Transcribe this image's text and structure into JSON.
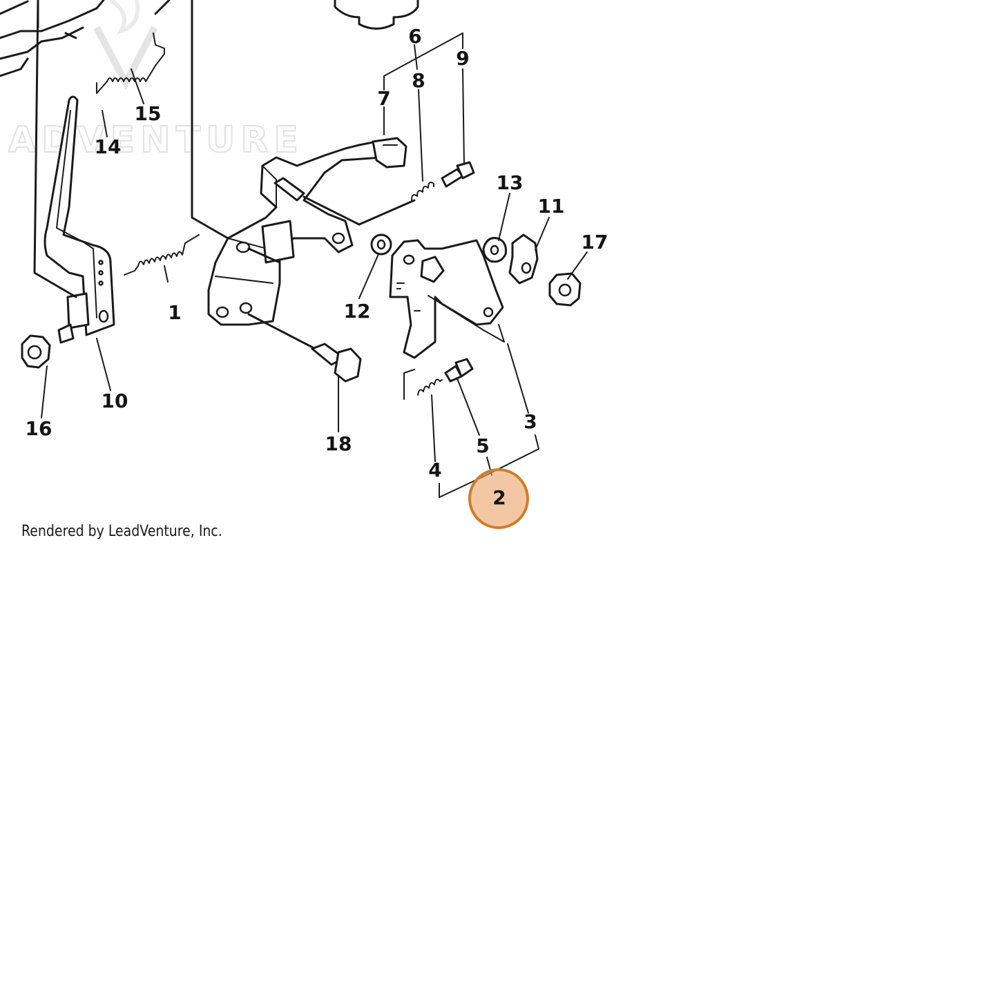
{
  "watermark": {
    "text": "ADVENTURE"
  },
  "diagram": {
    "callouts": [
      "1",
      "2",
      "3",
      "4",
      "5",
      "6",
      "7",
      "8",
      "9",
      "10",
      "11",
      "12",
      "13",
      "14",
      "15",
      "16",
      "17",
      "18"
    ],
    "highlighted_callout": "2",
    "highlight_color": "#e9a468"
  },
  "footer": {
    "credit": "Rendered by LeadVenture, Inc."
  }
}
